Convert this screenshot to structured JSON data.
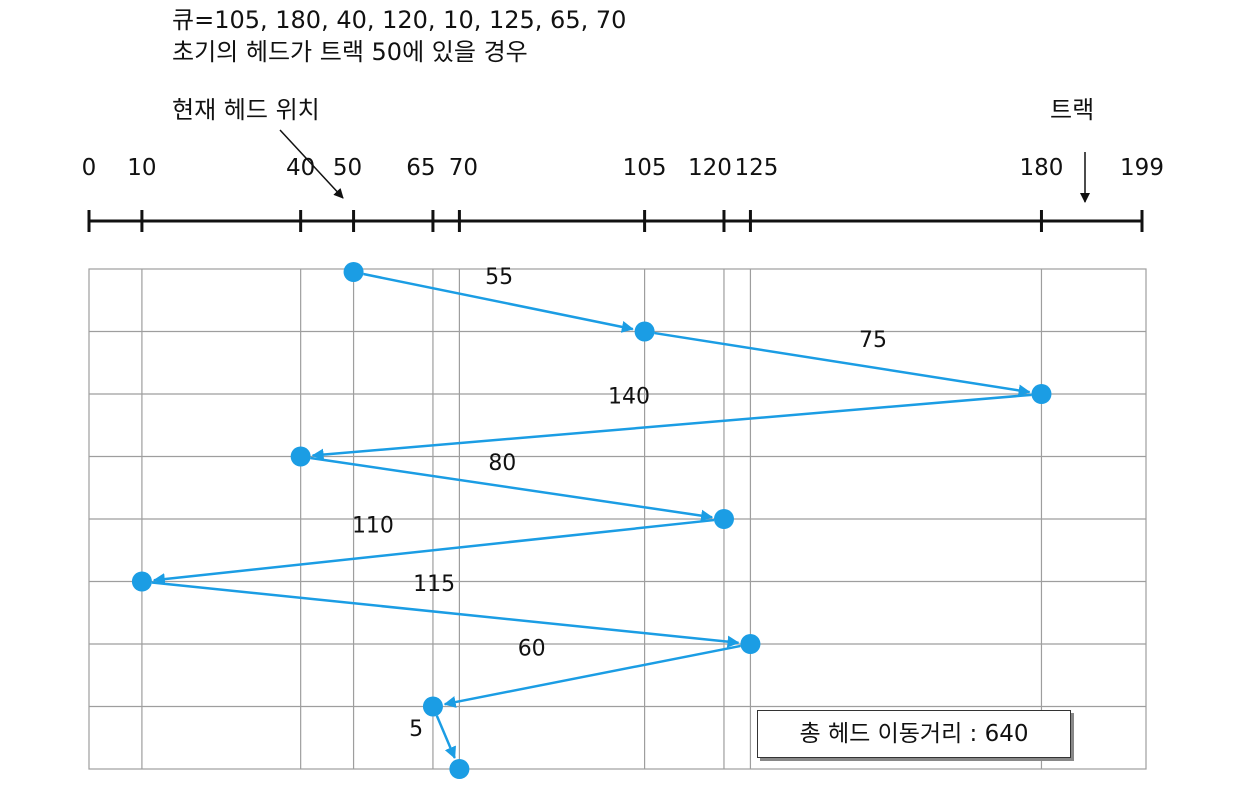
{
  "header": {
    "queue_line": "큐=105, 180, 40, 120, 10, 125, 65, 70",
    "start_line": "초기의 헤드가 트랙 50에 있을 경우"
  },
  "labels": {
    "current_head": "현재 헤드 위치",
    "track": "트랙"
  },
  "track_axis": {
    "min": 0,
    "max": 199,
    "ticks": [
      {
        "value": 0,
        "label": "0"
      },
      {
        "value": 10,
        "label": "10"
      },
      {
        "value": 40,
        "label": "40"
      },
      {
        "value": 50,
        "label": "50"
      },
      {
        "value": 65,
        "label": "65"
      },
      {
        "value": 70,
        "label": "70"
      },
      {
        "value": 105,
        "label": "105"
      },
      {
        "value": 120,
        "label": "120"
      },
      {
        "value": 125,
        "label": "125"
      },
      {
        "value": 180,
        "label": "180"
      },
      {
        "value": 199,
        "label": "199"
      }
    ]
  },
  "seek_sequence": [
    50,
    105,
    180,
    40,
    120,
    10,
    125,
    65,
    70
  ],
  "seek_distances": [
    "55",
    "75",
    "140",
    "80",
    "110",
    "115",
    "60",
    "5"
  ],
  "total": "총 헤드 이동거리 : 640",
  "colors": {
    "path": "#1b9de4",
    "grid": "#9e9e9e",
    "axis": "#111111"
  }
}
